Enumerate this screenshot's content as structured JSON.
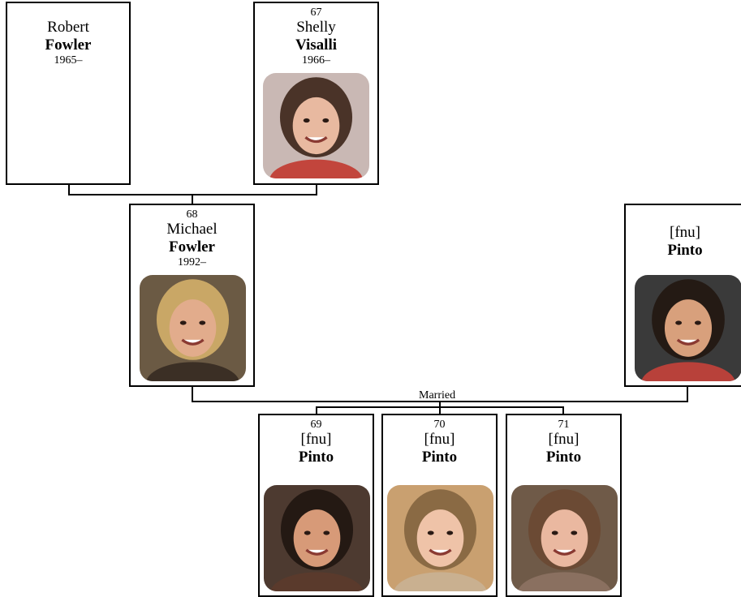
{
  "people": {
    "robert": {
      "number": "",
      "first": "Robert",
      "last": "Fowler",
      "years": "1965–"
    },
    "shelly": {
      "number": "67",
      "first": "Shelly",
      "last": "Visalli",
      "years": "1966–"
    },
    "michael": {
      "number": "68",
      "first": "Michael",
      "last": "Fowler",
      "years": "1992–"
    },
    "spouse": {
      "number": "",
      "first": "[fnu]",
      "last": "Pinto",
      "years": ""
    },
    "child1": {
      "number": "69",
      "first": "[fnu]",
      "last": "Pinto",
      "years": ""
    },
    "child2": {
      "number": "70",
      "first": "[fnu]",
      "last": "Pinto",
      "years": ""
    },
    "child3": {
      "number": "71",
      "first": "[fnu]",
      "last": "Pinto",
      "years": ""
    }
  },
  "relationship_label": "Married",
  "photo_colors": {
    "shelly": {
      "bg": "#c9b8b4",
      "hair": "#4a3328",
      "skin": "#e8b9a0",
      "shirt": "#c2453c"
    },
    "michael": {
      "bg": "#6b5a44",
      "hair": "#c9a766",
      "skin": "#e2ac8c",
      "shirt": "#3b2f25"
    },
    "spouse": {
      "bg": "#3a3a3a",
      "hair": "#241a14",
      "skin": "#d8a07c",
      "shirt": "#b8413a"
    },
    "child1": {
      "bg": "#4d3a30",
      "hair": "#241913",
      "skin": "#d79a78",
      "shirt": "#5a3a2c"
    },
    "child2": {
      "bg": "#c9a070",
      "hair": "#8a6a44",
      "skin": "#efc3a8",
      "shirt": "#c9b090"
    },
    "child3": {
      "bg": "#6f5a48",
      "hair": "#6b4a34",
      "skin": "#eab8a0",
      "shirt": "#8a7060"
    }
  }
}
